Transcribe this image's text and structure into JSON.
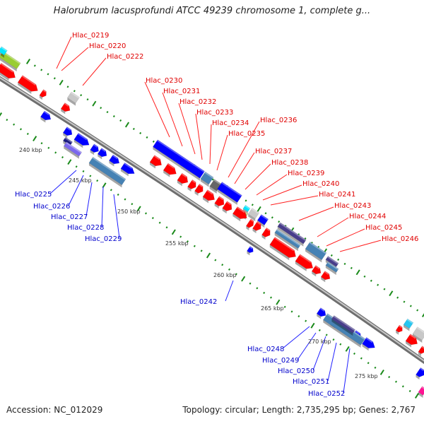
{
  "title": "Halorubrum lacusprofundi ATCC 49239 chromosome 1, complete g...",
  "footer": {
    "accession": "Accession: NC_012029",
    "summary": "Topology: circular; Length: 2,735,295 bp; Genes: 2,767"
  },
  "colors": {
    "forward_cds": "#0000ff",
    "reverse_cds": "#ff0000",
    "backbone": "#8c8c8c",
    "tick": "#1a8a1a",
    "forward_label": "#0000cc",
    "reverse_label": "#e00000",
    "feature_steelblue": "#4682b4",
    "feature_darkslate": "#483d8b",
    "feature_gray": "#c8c8c8",
    "feature_cyan": "#00e5ff",
    "feature_khaki": "#bdb76b",
    "feature_lime": "#9acd32",
    "feature_magenta": "#ff1493"
  },
  "scale_labels": [
    {
      "text": "240 kbp",
      "kbp": 240
    },
    {
      "text": "245 kbp",
      "kbp": 245
    },
    {
      "text": "250 kbp",
      "kbp": 250
    },
    {
      "text": "255 kbp",
      "kbp": 255
    },
    {
      "text": "260 kbp",
      "kbp": 260
    },
    {
      "text": "265 kbp",
      "kbp": 265
    },
    {
      "text": "270 kbp",
      "kbp": 270
    },
    {
      "text": "275 kbp",
      "kbp": 275
    }
  ],
  "gene_labels": {
    "reverse": [
      "Hlac_0219",
      "Hlac_0220",
      "Hlac_0222",
      "Hlac_0230",
      "Hlac_0231",
      "Hlac_0232",
      "Hlac_0233",
      "Hlac_0234",
      "Hlac_0235",
      "Hlac_0236",
      "Hlac_0237",
      "Hlac_0238",
      "Hlac_0239",
      "Hlac_0240",
      "Hlac_0241",
      "Hlac_0243",
      "Hlac_0244",
      "Hlac_0245",
      "Hlac_0246"
    ],
    "forward": [
      "Hlac_0225",
      "Hlac_0226",
      "Hlac_0227",
      "Hlac_0228",
      "Hlac_0229",
      "Hlac_0242",
      "Hlac_0248",
      "Hlac_0249",
      "Hlac_0250",
      "Hlac_0251",
      "Hlac_0252"
    ]
  }
}
